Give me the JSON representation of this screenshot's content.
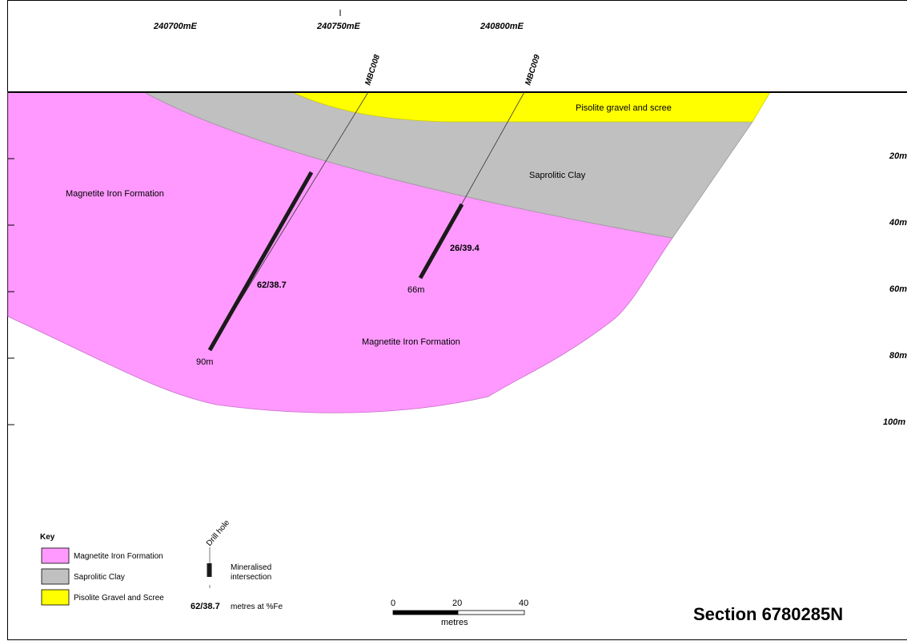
{
  "colors": {
    "magnetite": "#ff99ff",
    "clay": "#c0c0c0",
    "pisolite": "#ffff00",
    "intersection": "#1a1a1a"
  },
  "eastings": [
    "240700mE",
    "240750mE",
    "240800mE"
  ],
  "depths": [
    "20m",
    "40m",
    "60m",
    "80m",
    "100m"
  ],
  "holes": [
    {
      "id": "MBC008",
      "eoh": "90m",
      "intercept": "62/38.7"
    },
    {
      "id": "MBC009",
      "eoh": "66m",
      "intercept": "26/39.4"
    }
  ],
  "units": {
    "pisolite": "Pisolite gravel and scree",
    "clay": "Saprolitic Clay",
    "magnetite_upper": "Magnetite Iron Formation",
    "magnetite_lower": "Magnetite Iron Formation"
  },
  "key": {
    "title": "Key",
    "items": [
      {
        "label": "Magnetite Iron Formation",
        "color_key": "magnetite"
      },
      {
        "label": "Saprolitic Clay",
        "color_key": "clay"
      },
      {
        "label": "Pisolite Gravel and Scree",
        "color_key": "pisolite"
      }
    ],
    "drill_hole": "Drill hole",
    "mineralised_line1": "Mineralised",
    "mineralised_line2": "intersection",
    "grade_example": "62/38.7",
    "grade_text": "metres at %Fe"
  },
  "scale": {
    "labels": [
      "0",
      "20",
      "40"
    ],
    "unit": "metres"
  },
  "section_title": "Section 6780285N"
}
